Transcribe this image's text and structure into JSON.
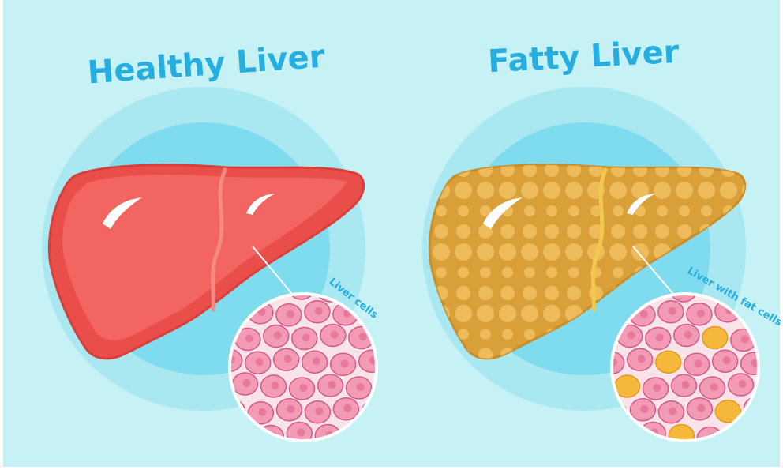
{
  "panels": {
    "healthy": {
      "title": "Healthy Liver",
      "callout": "Liver cells"
    },
    "fatty": {
      "title": "Fatty Liver",
      "callout": "Liver with fat cells"
    }
  },
  "colors": {
    "background": "#c6f2f6",
    "halo_outer": "#a9e7f1",
    "halo_inner": "#7fdcee",
    "title": "#27aee0",
    "healthy_liver": "#ea4e4a",
    "healthy_liver_light": "#f26560",
    "fatty_liver": "#d9a03a",
    "fat_globule": "#f0c060",
    "cell_pink": "#f39ab4",
    "cell_outline": "#d25a86",
    "fat_cell": "#f6b83a"
  }
}
